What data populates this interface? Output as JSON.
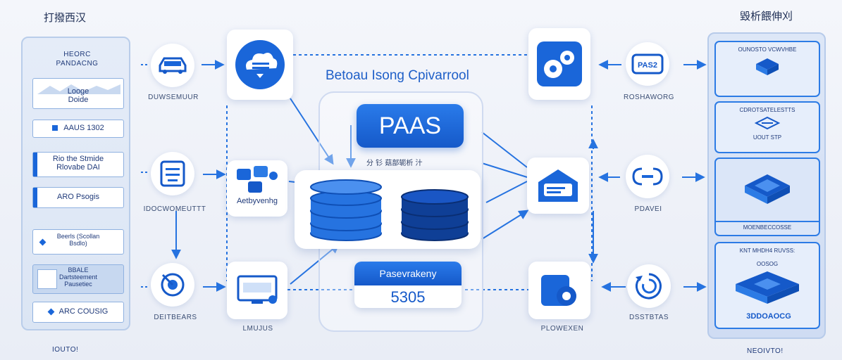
{
  "top_left_title": "打撥西汉",
  "top_right_title": "毀析餵伸刈",
  "center": {
    "heading": "Betoau Isong Cpivarrool",
    "paas_label": "PAAS",
    "sub_label": "分 钐 菇部轭析 汁",
    "bottom_label": "Pasevrakeny",
    "bottom_number": "5305"
  },
  "left_panel": {
    "header_line1": "HEORC",
    "header_line2": "PANDACNG",
    "items": [
      {
        "line1": "Looge",
        "line2": "Doide"
      },
      {
        "text": "AAUS 1302"
      },
      {
        "line1": "Rio the Stmide",
        "line2": "Rlovabe DAI"
      },
      {
        "text": "ARO Psogis"
      },
      {
        "line1": "Beerls (Scollan",
        "line2": "Bsdlo)"
      },
      {
        "line1": "BBALE",
        "line2": "Dartsteement",
        "line3": "Pausetiec"
      },
      {
        "text": "ARC COUSIG"
      }
    ],
    "footer": "IOUTO!"
  },
  "left_nodes": {
    "car_label": "DUWSEMUUR",
    "form_label": "IDOCWOMEUTTT",
    "target_label": "DEITBEARS"
  },
  "mid_left_nodes": {
    "cloud_label": "",
    "people_label": "Aetbyvenhg",
    "monitor_label": "LMUJUS"
  },
  "mid_right_nodes": {
    "gears_label": "",
    "house_label": "",
    "shield_label": "PLOWEXEN"
  },
  "right_nodes": {
    "pass_label": "ROSHAWORG",
    "pass_text": "PAS2",
    "loop_label": "PDAVEI",
    "refresh_label": "DSSTBTAS"
  },
  "right_panel": {
    "items": [
      {
        "text": "OUNOSTO VCWVHBE"
      },
      {
        "text": "CDROTSATELESTTS",
        "sub": "UOUT STP"
      },
      {
        "text": "MOENBECCOSSE"
      },
      {
        "text": "KNT MHDH4 RUVSS:",
        "sub": "OOSOG"
      },
      {
        "text": "3DDOAOCG"
      }
    ],
    "footer": "NEOIVTO!"
  },
  "colors": {
    "accent": "#1a66d9",
    "accent_dark": "#1559c9",
    "panel_bg": "#e5ecf8"
  }
}
